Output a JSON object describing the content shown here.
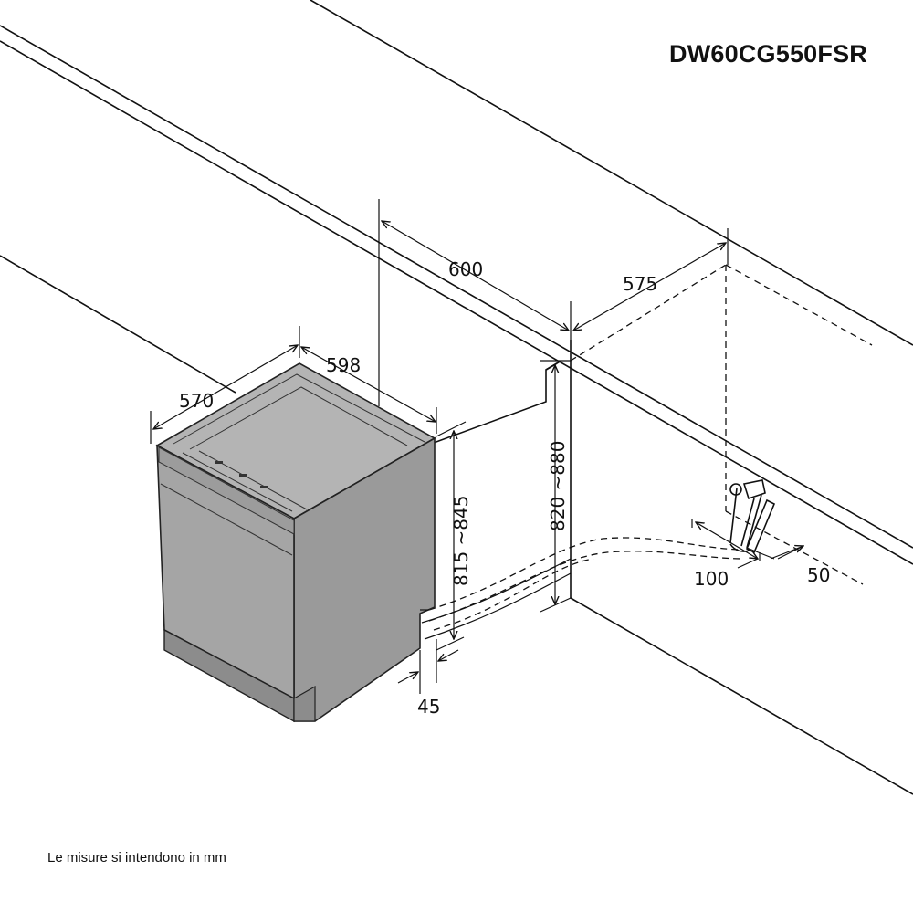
{
  "model": "DW60CG550FSR",
  "note": "Le misure si intendono in mm",
  "dimensions": {
    "appliance_width": "598",
    "appliance_depth": "570",
    "appliance_height": "815 ~845",
    "niche_width": "600",
    "niche_depth": "575",
    "niche_height": "820 ~880",
    "plinth_gap": "45",
    "connection_zone_width": "100",
    "connection_zone_offset": "50"
  },
  "colors": {
    "appliance_front": "#a5a5a5",
    "appliance_side": "#9a9a9a",
    "appliance_top": "#b4b4b4",
    "line": "#111111"
  }
}
